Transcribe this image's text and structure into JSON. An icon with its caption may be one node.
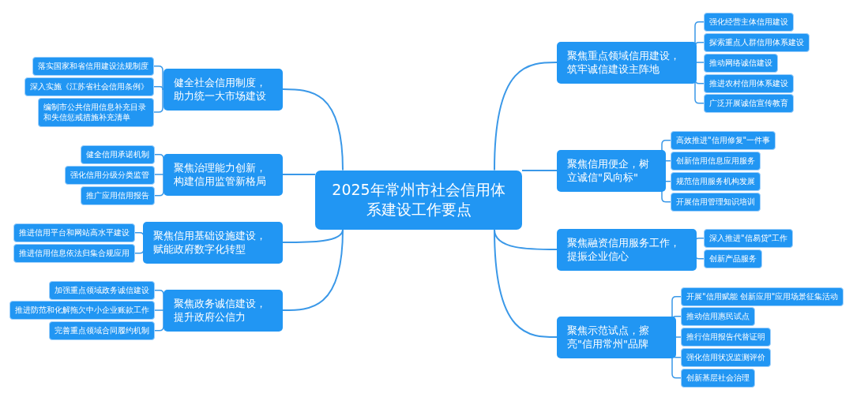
{
  "diagram": {
    "nodes": [
      {
        "text": [
          "2025年常州市社会信用体系建设工作要点"
        ]
      },
      {
        "text": [
          "健全社会信用制度，助力统一大市场建设"
        ]
      },
      {
        "text": [
          "落实国家和省信用建设法规制度"
        ]
      },
      {
        "text": [
          "深入实施《江苏省社会信用条例》"
        ]
      },
      {
        "text": [
          "编制市公共信用信息补充目录和失信惩戒措施补充清单"
        ]
      },
      {
        "text": [
          "聚焦治理能力创新，构建信用监管新格局"
        ]
      },
      {
        "text": [
          "健全信用承诺机制"
        ]
      },
      {
        "text": [
          "强化信用分级分类监管"
        ]
      },
      {
        "text": [
          "推广应用信用报告"
        ]
      },
      {
        "text": [
          "聚焦信用基础设施建设，赋能政府数字化转型"
        ]
      },
      {
        "text": [
          "推进信用平台和网站高水平建设"
        ]
      },
      {
        "text": [
          "推进信用信息依法归集合规应用"
        ]
      },
      {
        "text": [
          "聚焦政务诚信建设，提升政府公信力"
        ]
      },
      {
        "text": [
          "加强重点领域政务诚信建设"
        ]
      },
      {
        "text": [
          "推进防范和化解拖欠中小企业账款工作"
        ]
      },
      {
        "text": [
          "完善重点领域合同履约机制"
        ]
      },
      {
        "text": [
          "聚焦重点领域信用建设，筑牢诚信建设主阵地"
        ]
      },
      {
        "text": [
          "强化经营主体信用建设"
        ]
      },
      {
        "text": [
          "探索重点人群信用体系建设"
        ]
      },
      {
        "text": [
          "推动网络诚信建设"
        ]
      },
      {
        "text": [
          "推进农村信用体系建设"
        ]
      },
      {
        "text": [
          "广泛开展诚信宣传教育"
        ]
      },
      {
        "text": [
          "聚焦信用便企，树立诚信\"风向标\""
        ]
      },
      {
        "text": [
          "高效推进\"信用修复\"一件事"
        ]
      },
      {
        "text": [
          "创新信用信息应用服务"
        ]
      },
      {
        "text": [
          "规范信用服务机构发展"
        ]
      },
      {
        "text": [
          "开展信用管理知识培训"
        ]
      },
      {
        "text": [
          "聚焦融资信用服务工作，提振企业信心"
        ]
      },
      {
        "text": [
          "深入推进\"信易贷\"工作"
        ]
      },
      {
        "text": [
          "创新产品服务"
        ]
      },
      {
        "text": [
          "聚焦示范试点，擦亮\"信用常州\"品牌"
        ]
      },
      {
        "text": [
          "开展\"信用赋能 创新应用\"应用场景征集活动"
        ]
      },
      {
        "text": [
          "推动信用惠民试点"
        ]
      },
      {
        "text": [
          "推行信用报告代替证明"
        ]
      },
      {
        "text": [
          "强化信用状况监测评价"
        ]
      },
      {
        "text": [
          "创新基层社会治理"
        ]
      }
    ],
    "edges": [
      {
        "from": 0,
        "to": 1,
        "arrow": "none"
      },
      {
        "from": 0,
        "to": 5,
        "arrow": "none"
      },
      {
        "from": 0,
        "to": 9,
        "arrow": "none"
      },
      {
        "from": 0,
        "to": 12,
        "arrow": "none"
      },
      {
        "from": 0,
        "to": 16,
        "arrow": "none"
      },
      {
        "from": 0,
        "to": 22,
        "arrow": "none"
      },
      {
        "from": 0,
        "to": 27,
        "arrow": "none"
      },
      {
        "from": 0,
        "to": 30,
        "arrow": "none"
      },
      {
        "from": 1,
        "to": 2,
        "arrow": "none"
      },
      {
        "from": 1,
        "to": 3,
        "arrow": "none"
      },
      {
        "from": 1,
        "to": 4,
        "arrow": "none"
      },
      {
        "from": 5,
        "to": 6,
        "arrow": "none"
      },
      {
        "from": 5,
        "to": 7,
        "arrow": "none"
      },
      {
        "from": 5,
        "to": 8,
        "arrow": "none"
      },
      {
        "from": 9,
        "to": 10,
        "arrow": "none"
      },
      {
        "from": 9,
        "to": 11,
        "arrow": "none"
      },
      {
        "from": 12,
        "to": 13,
        "arrow": "none"
      },
      {
        "from": 12,
        "to": 14,
        "arrow": "none"
      },
      {
        "from": 12,
        "to": 15,
        "arrow": "none"
      },
      {
        "from": 16,
        "to": 17,
        "arrow": "none"
      },
      {
        "from": 16,
        "to": 18,
        "arrow": "none"
      },
      {
        "from": 16,
        "to": 19,
        "arrow": "none"
      },
      {
        "from": 16,
        "to": 20,
        "arrow": "none"
      },
      {
        "from": 16,
        "to": 21,
        "arrow": "none"
      },
      {
        "from": 22,
        "to": 23,
        "arrow": "none"
      },
      {
        "from": 22,
        "to": 24,
        "arrow": "none"
      },
      {
        "from": 22,
        "to": 25,
        "arrow": "none"
      },
      {
        "from": 22,
        "to": 26,
        "arrow": "none"
      },
      {
        "from": 27,
        "to": 28,
        "arrow": "none"
      },
      {
        "from": 27,
        "to": 29,
        "arrow": "none"
      },
      {
        "from": 30,
        "to": 31,
        "arrow": "none"
      },
      {
        "from": 30,
        "to": 32,
        "arrow": "none"
      },
      {
        "from": 30,
        "to": 33,
        "arrow": "none"
      },
      {
        "from": 30,
        "to": 34,
        "arrow": "none"
      },
      {
        "from": 30,
        "to": 35,
        "arrow": "none"
      }
    ]
  }
}
